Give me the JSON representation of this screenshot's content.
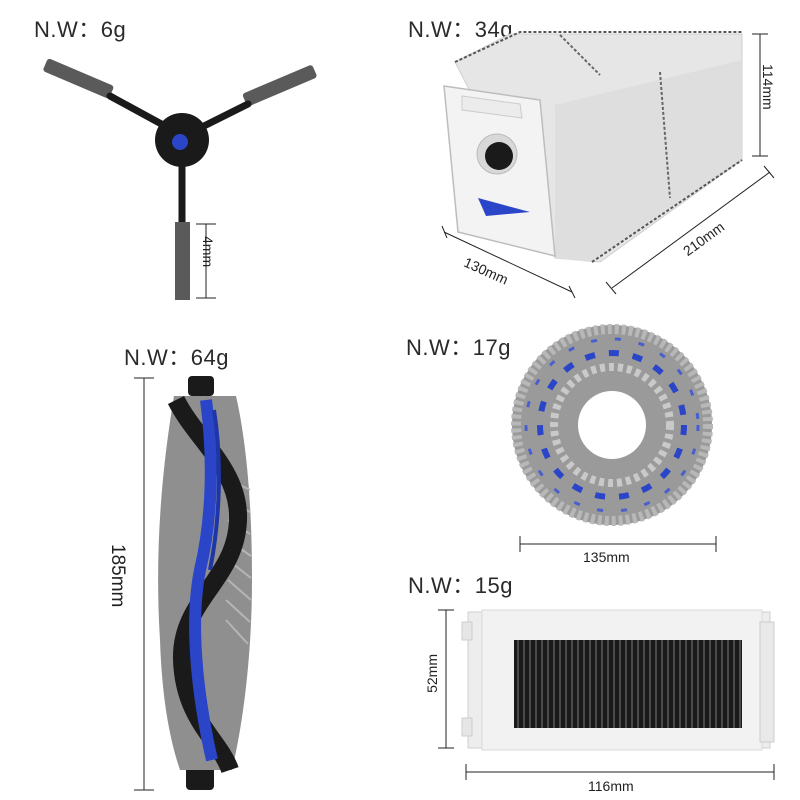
{
  "products": [
    {
      "weight_label": "N.W：6g",
      "dimension": "4mm",
      "image": "side-brush"
    },
    {
      "weight_label": "N.W：34g",
      "dimensions": [
        "114mm",
        "130mm",
        "210mm"
      ],
      "image": "dust-bag"
    },
    {
      "weight_label": "N.W：64g",
      "dimension": "185mm",
      "image": "main-roller-brush"
    },
    {
      "weight_label": "N.W：17g",
      "dimension": "135mm",
      "image": "mop-pad"
    },
    {
      "weight_label": "N.W：15g",
      "dimensions": [
        "52mm",
        "116mm"
      ],
      "image": "hepa-filter"
    }
  ],
  "colors": {
    "accent_blue": "#2a45c8",
    "black": "#1a1a1a",
    "bag_gray": "#e8e8e8",
    "mop_gray": "#9a9a9a",
    "filter_frame": "#eeeeee"
  }
}
